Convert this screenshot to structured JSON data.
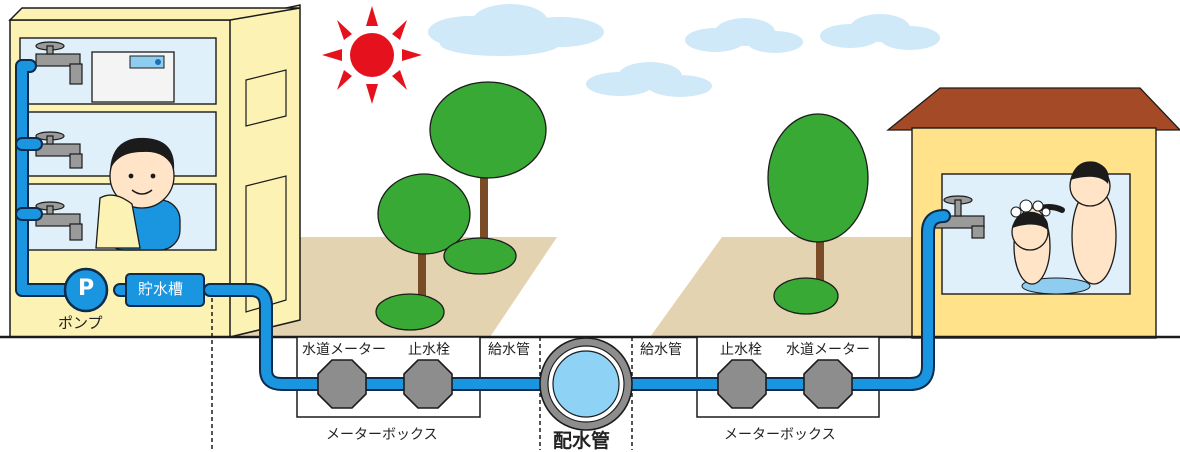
{
  "labels": {
    "pump_letter": "P",
    "pump": "ポンプ",
    "storage_tank": "貯水槽",
    "water_meter_left": "水道メーター",
    "stop_valve_left": "止水栓",
    "supply_pipe_left": "給水管",
    "distribution_main": "配水管",
    "supply_pipe_right": "給水管",
    "stop_valve_right": "止水栓",
    "water_meter_right": "水道メーター",
    "meter_box_left": "メーターボックス",
    "meter_box_right": "メーターボックス"
  },
  "colors": {
    "pipe_blue": "#1a96e0",
    "pipe_outline": "#0d2b4d",
    "building_cream": "#fbf2b3",
    "house_wall": "#ffe28a",
    "roof_brown": "#a44a26",
    "ground_tan": "#e3d3b0",
    "tree_green": "#39a935",
    "sun_red": "#e5121e",
    "cloud_blue": "#cfe9f8",
    "valve_gray": "#8d8d8d",
    "main_pipe_fill": "#8ed3f5"
  }
}
